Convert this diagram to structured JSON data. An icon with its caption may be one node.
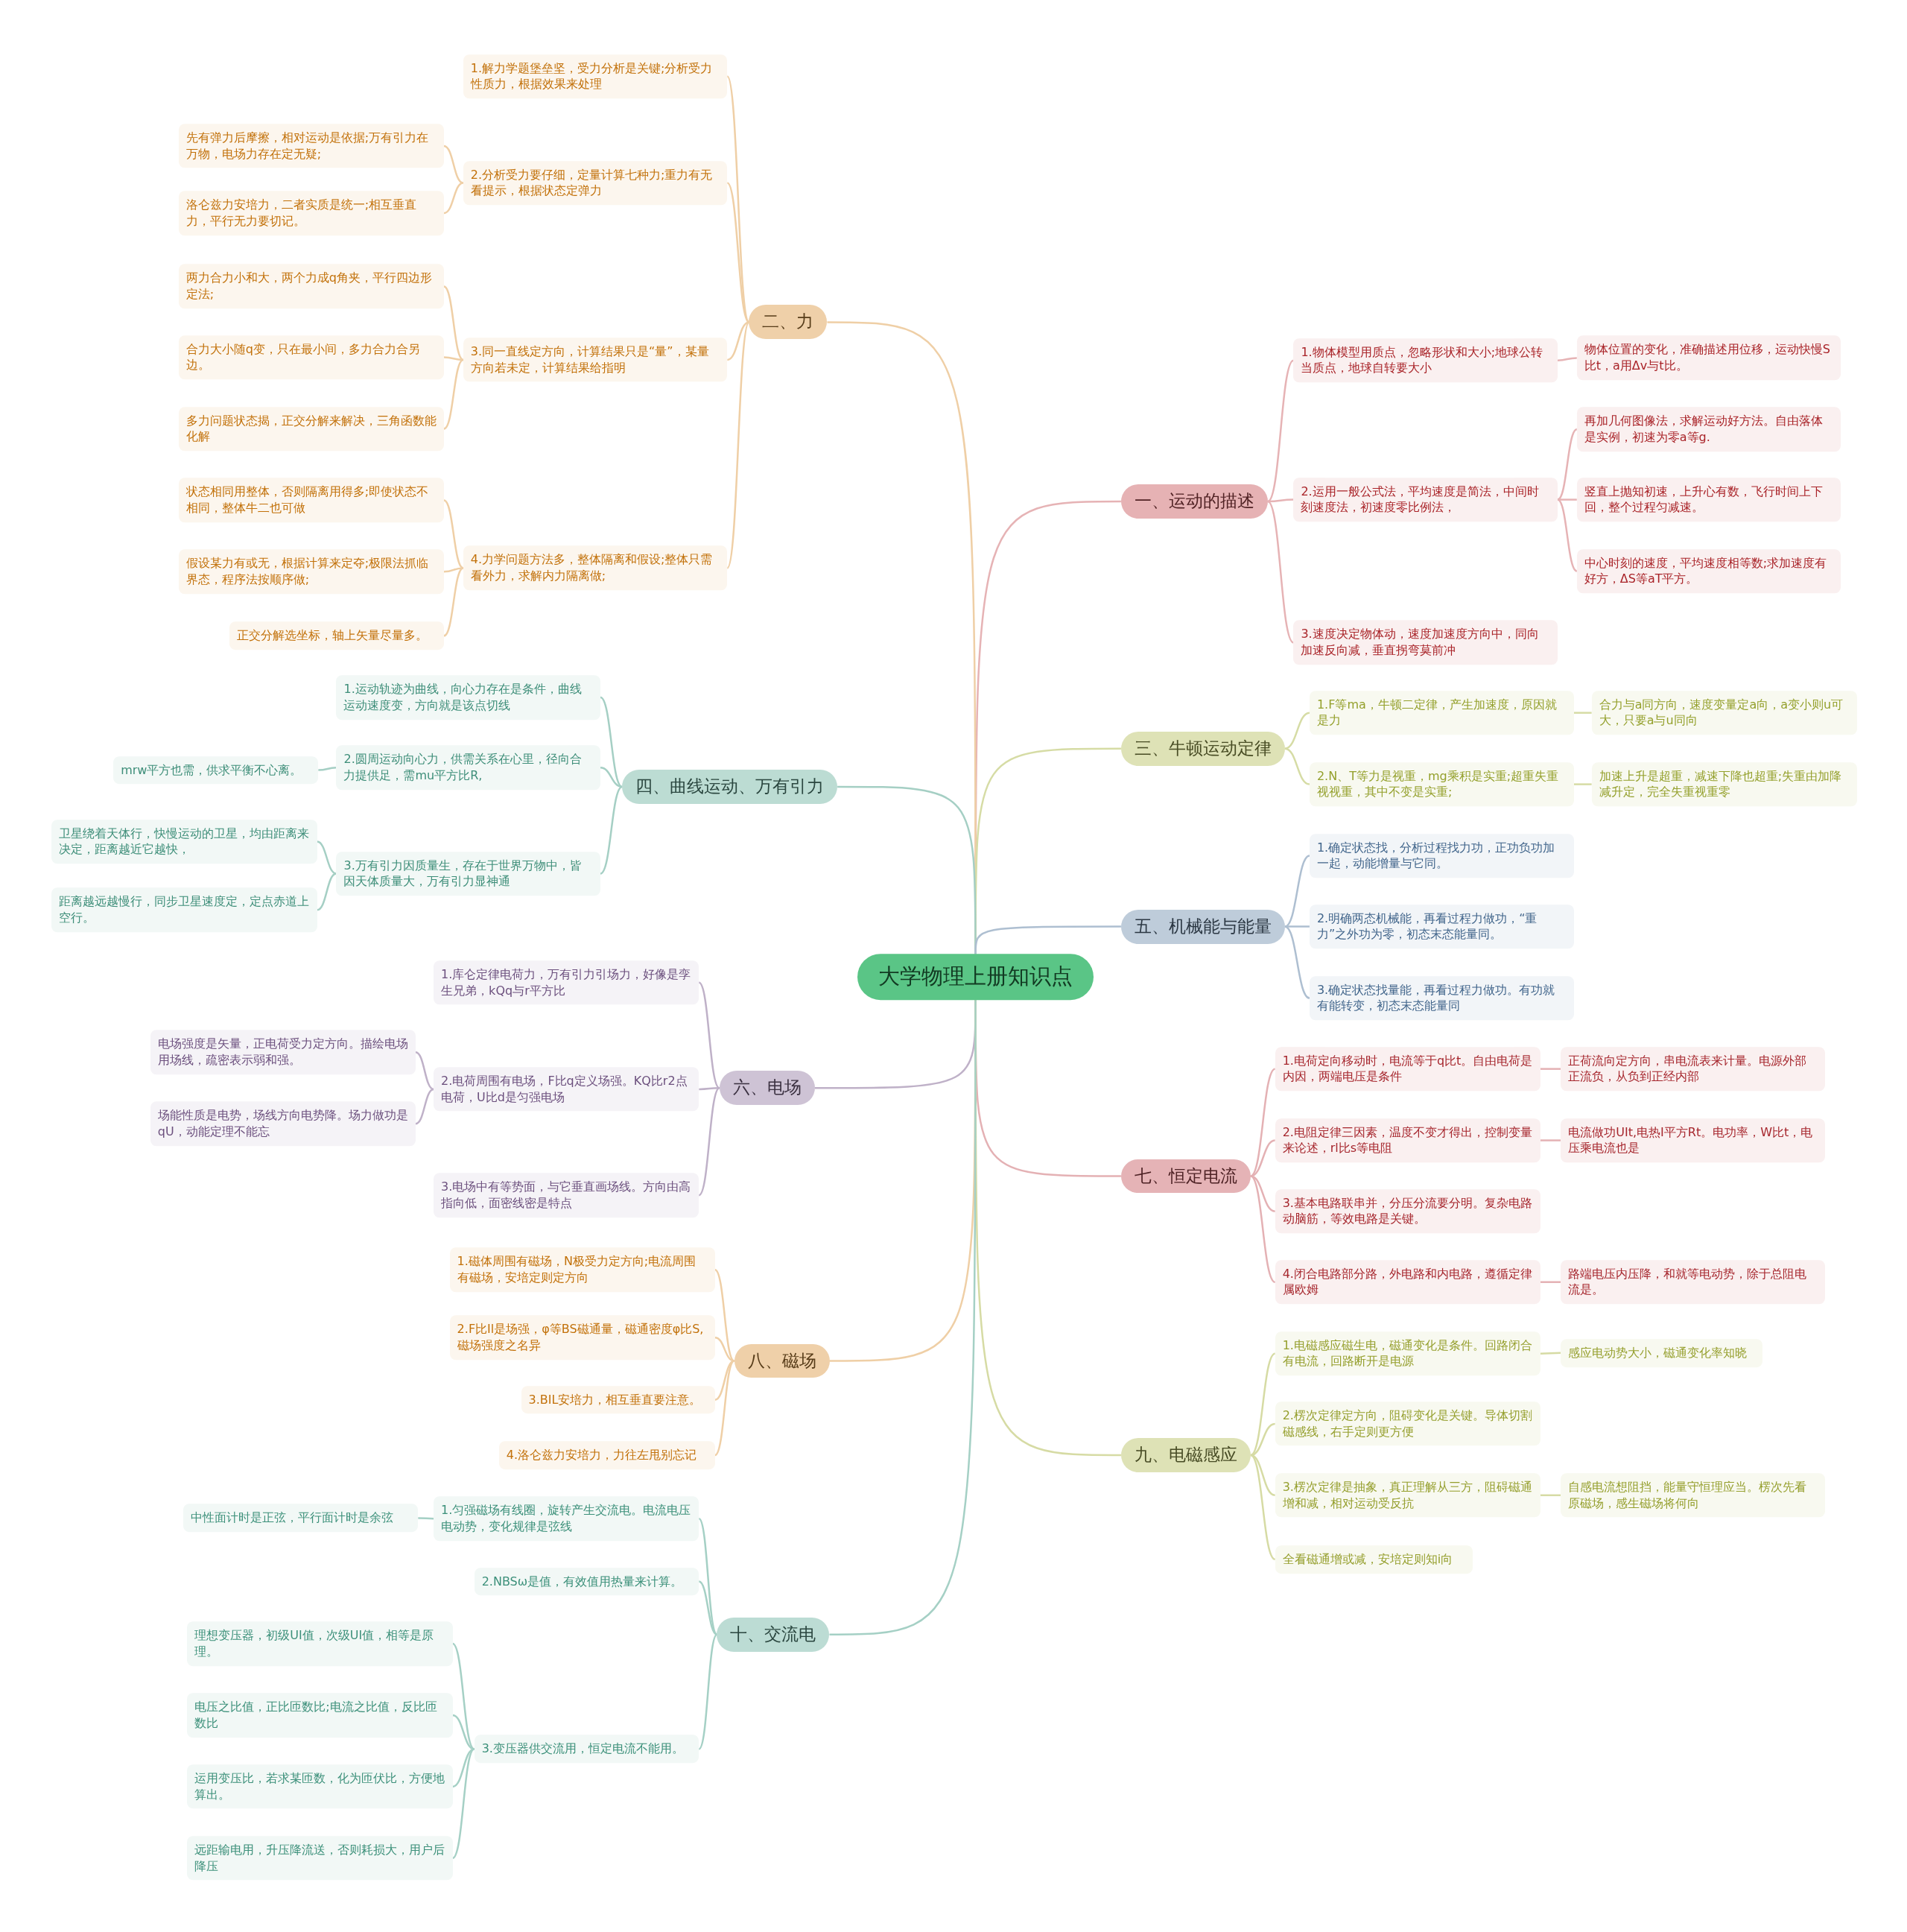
{
  "diagram": {
    "nodes": [
      {
        "text": [
          "大学物理上册知识点"
        ]
      },
      {
        "text": [
          "一、运动的描述"
        ]
      },
      {
        "text": [
          "1.物体模型用质点，忽略形状和大小;地球公转当质点，地球自转要大小"
        ]
      },
      {
        "text": [
          "物体位置的变化，准确描述用位移，运动快慢S比t，a用Δv与t比。"
        ]
      },
      {
        "text": [
          "2.运用一般公式法，平均速度是简法，中间时刻速度法，初速度零比例法，"
        ]
      },
      {
        "text": [
          "再加几何图像法，求解运动好方法。自由落体是实例，初速为零a等g."
        ]
      },
      {
        "text": [
          "竖直上抛知初速，上升心有数，飞行时间上下回，整个过程匀减速。"
        ]
      },
      {
        "text": [
          "中心时刻的速度，平均速度相等数;求加速度有好方，ΔS等aT平方。"
        ]
      },
      {
        "text": [
          "3.速度决定物体动，速度加速度方向中，同向加速反向减，垂直拐弯莫前冲"
        ]
      },
      {
        "text": [
          "二、力"
        ]
      },
      {
        "text": [
          "1.解力学题堡垒坚，受力分析是关键;分析受力性质力，根据效果来处理"
        ]
      },
      {
        "text": [
          "2.分析受力要仔细，定量计算七种力;重力有无看提示，根据状态定弹力"
        ]
      },
      {
        "text": [
          "先有弹力后摩擦，相对运动是依据;万有引力在万物，电场力存在定无疑;"
        ]
      },
      {
        "text": [
          "洛仑兹力安培力，二者实质是统一;相互垂直力，平行无力要切记。"
        ]
      },
      {
        "text": [
          "3.同一直线定方向，计算结果只是“量”，某量方向若未定，计算结果给指明"
        ]
      },
      {
        "text": [
          "两力合力小和大，两个力成q角夹，平行四边形定法;"
        ]
      },
      {
        "text": [
          "合力大小随q变，只在最小间，多力合力合另边。"
        ]
      },
      {
        "text": [
          "多力问题状态揭，正交分解来解决，三角函数能化解"
        ]
      },
      {
        "text": [
          "4.力学问题方法多，整体隔离和假设;整体只需看外力，求解内力隔离做;"
        ]
      },
      {
        "text": [
          "状态相同用整体，否则隔离用得多;即使状态不相同，整体牛二也可做"
        ]
      },
      {
        "text": [
          "假设某力有或无，根据计算来定夺;极限法抓临界态，程序法按顺序做;"
        ]
      },
      {
        "text": [
          "正交分解选坐标，轴上矢量尽量多。"
        ]
      },
      {
        "text": [
          "三、牛顿运动定律"
        ]
      },
      {
        "text": [
          "1.F等ma，牛顿二定律，产生加速度，原因就是力"
        ]
      },
      {
        "text": [
          "合力与a同方向，速度变量定a向，a变小则u可大，只要a与u同向"
        ]
      },
      {
        "text": [
          "2.N、T等力是视重，mg乘积是实重;超重失重视视重，其中不变是实重;"
        ]
      },
      {
        "text": [
          "加速上升是超重，减速下降也超重;失重由加降减升定，完全失重视重零"
        ]
      },
      {
        "text": [
          "四、曲线运动、万有引力"
        ]
      },
      {
        "text": [
          "1.运动轨迹为曲线，向心力存在是条件，曲线运动速度变，方向就是该点切线"
        ]
      },
      {
        "text": [
          "2.圆周运动向心力，供需关系在心里，径向合力提供足，需mu平方比R,"
        ]
      },
      {
        "text": [
          "mrw平方也需，供求平衡不心离。"
        ]
      },
      {
        "text": [
          "3.万有引力因质量生，存在于世界万物中，皆因天体质量大，万有引力显神通"
        ]
      },
      {
        "text": [
          "卫星绕着天体行，快慢运动的卫星，均由距离来决定，距离越近它越快，"
        ]
      },
      {
        "text": [
          "距离越远越慢行，同步卫星速度定，定点赤道上空行。"
        ]
      },
      {
        "text": [
          "五、机械能与能量"
        ]
      },
      {
        "text": [
          "1.确定状态找，分析过程找力功，正功负功加一起，动能增量与它同。"
        ]
      },
      {
        "text": [
          "2.明确两态机械能，再看过程力做功，“重力”之外功为零，初态末态能量同。"
        ]
      },
      {
        "text": [
          "3.确定状态找量能，再看过程力做功。有功就有能转变，初态末态能量同"
        ]
      },
      {
        "text": [
          "六、电场"
        ]
      },
      {
        "text": [
          "1.库仑定律电荷力，万有引力引场力，好像是孪生兄弟，kQq与r平方比"
        ]
      },
      {
        "text": [
          "2.电荷周围有电场，F比q定义场强。KQ比r2点电荷，U比d是匀强电场"
        ]
      },
      {
        "text": [
          "电场强度是矢量，正电荷受力定方向。描绘电场用场线，疏密表示弱和强。"
        ]
      },
      {
        "text": [
          "场能性质是电势，场线方向电势降。场力做功是qU，动能定理不能忘"
        ]
      },
      {
        "text": [
          "3.电场中有等势面，与它垂直画场线。方向由高指向低，面密线密是特点"
        ]
      },
      {
        "text": [
          "七、恒定电流"
        ]
      },
      {
        "text": [
          "1.电荷定向移动时，电流等于q比t。自由电荷是内因，两端电压是条件"
        ]
      },
      {
        "text": [
          "正荷流向定方向，串电流表来计量。电源外部正流负，从负到正经内部"
        ]
      },
      {
        "text": [
          "2.电阻定律三因素，温度不变才得出，控制变量来论述，rl比s等电阻"
        ]
      },
      {
        "text": [
          "电流做功UIt,电热I平方Rt。电功率，W比t，电压乘电流也是"
        ]
      },
      {
        "text": [
          "3.基本电路联串并，分压分流要分明。复杂电路动脑筋，等效电路是关键。"
        ]
      },
      {
        "text": [
          "4.闭合电路部分路，外电路和内电路，遵循定律属欧姆"
        ]
      },
      {
        "text": [
          "路端电压内压降，和就等电动势，除于总阻电流是。"
        ]
      },
      {
        "text": [
          "八、磁场"
        ]
      },
      {
        "text": [
          "1.磁体周围有磁场，N极受力定方向;电流周围有磁场，安培定则定方向"
        ]
      },
      {
        "text": [
          "2.F比Il是场强，φ等BS磁通量，磁通密度φ比S,磁场强度之名异"
        ]
      },
      {
        "text": [
          "3.BIL安培力，相互垂直要注意。"
        ]
      },
      {
        "text": [
          "4.洛仑兹力安培力，力往左甩别忘记"
        ]
      },
      {
        "text": [
          "九、电磁感应"
        ]
      },
      {
        "text": [
          "1.电磁感应磁生电，磁通变化是条件。回路闭合有电流，回路断开是电源"
        ]
      },
      {
        "text": [
          "感应电动势大小，磁通变化率知晓"
        ]
      },
      {
        "text": [
          "2.楞次定律定方向，阻碍变化是关键。导体切割磁感线，右手定则更方便"
        ]
      },
      {
        "text": [
          "3.楞次定律是抽象，真正理解从三方，阻碍磁通增和减，相对运动受反抗"
        ]
      },
      {
        "text": [
          "自感电流想阻挡，能量守恒理应当。楞次先看原磁场，感生磁场将何向"
        ]
      },
      {
        "text": [
          "全看磁通增或减，安培定则知i向"
        ]
      },
      {
        "text": [
          "十、交流电"
        ]
      },
      {
        "text": [
          "1.匀强磁场有线圈，旋转产生交流电。电流电压电动势，变化规律是弦线"
        ]
      },
      {
        "text": [
          "中性面计时是正弦，平行面计时是余弦"
        ]
      },
      {
        "text": [
          "2.NBSω是值，有效值用热量来计算。"
        ]
      },
      {
        "text": [
          "3.变压器供交流用，恒定电流不能用。"
        ]
      },
      {
        "text": [
          "理想变压器，初级UI值，次级UI值，相等是原理。"
        ]
      },
      {
        "text": [
          "电压之比值，正比匝数比;电流之比值，反比匝数比"
        ]
      },
      {
        "text": [
          "运用变压比，若求某匝数，化为匝伏比，方便地算出。"
        ]
      },
      {
        "text": [
          "远距输电用，升压降流送，否则耗损大，用户后降压"
        ]
      }
    ],
    "edges": [
      {
        "from": 0,
        "to": 1,
        "arrow": "none",
        "color": "#e6b3b5"
      },
      {
        "from": 1,
        "to": 2,
        "arrow": "none",
        "color": "#e6b3b5"
      },
      {
        "from": 2,
        "to": 3,
        "arrow": "none",
        "color": "#e6b3b5"
      },
      {
        "from": 1,
        "to": 4,
        "arrow": "none",
        "color": "#e6b3b5"
      },
      {
        "from": 4,
        "to": 5,
        "arrow": "none",
        "color": "#e6b3b5"
      },
      {
        "from": 4,
        "to": 6,
        "arrow": "none",
        "color": "#e6b3b5"
      },
      {
        "from": 4,
        "to": 7,
        "arrow": "none",
        "color": "#e6b3b5"
      },
      {
        "from": 1,
        "to": 8,
        "arrow": "none",
        "color": "#e6b3b5"
      },
      {
        "from": 0,
        "to": 9,
        "arrow": "none",
        "color": "#efcfa6"
      },
      {
        "from": 9,
        "to": 10,
        "arrow": "none",
        "color": "#efcfa6"
      },
      {
        "from": 9,
        "to": 11,
        "arrow": "none",
        "color": "#efcfa6"
      },
      {
        "from": 11,
        "to": 12,
        "arrow": "none",
        "color": "#efcfa6"
      },
      {
        "from": 11,
        "to": 13,
        "arrow": "none",
        "color": "#efcfa6"
      },
      {
        "from": 9,
        "to": 14,
        "arrow": "none",
        "color": "#efcfa6"
      },
      {
        "from": 14,
        "to": 15,
        "arrow": "none",
        "color": "#efcfa6"
      },
      {
        "from": 14,
        "to": 16,
        "arrow": "none",
        "color": "#efcfa6"
      },
      {
        "from": 14,
        "to": 17,
        "arrow": "none",
        "color": "#efcfa6"
      },
      {
        "from": 9,
        "to": 18,
        "arrow": "none",
        "color": "#efcfa6"
      },
      {
        "from": 18,
        "to": 19,
        "arrow": "none",
        "color": "#efcfa6"
      },
      {
        "from": 18,
        "to": 20,
        "arrow": "none",
        "color": "#efcfa6"
      },
      {
        "from": 18,
        "to": 21,
        "arrow": "none",
        "color": "#efcfa6"
      },
      {
        "from": 0,
        "to": 22,
        "arrow": "none",
        "color": "#d6dca5"
      },
      {
        "from": 22,
        "to": 23,
        "arrow": "none",
        "color": "#d6dca5"
      },
      {
        "from": 23,
        "to": 24,
        "arrow": "none",
        "color": "#d6dca5"
      },
      {
        "from": 22,
        "to": 25,
        "arrow": "none",
        "color": "#d6dca5"
      },
      {
        "from": 25,
        "to": 26,
        "arrow": "none",
        "color": "#d6dca5"
      },
      {
        "from": 0,
        "to": 27,
        "arrow": "none",
        "color": "#a5cfc4"
      },
      {
        "from": 27,
        "to": 28,
        "arrow": "none",
        "color": "#a5cfc4"
      },
      {
        "from": 27,
        "to": 29,
        "arrow": "none",
        "color": "#a5cfc4"
      },
      {
        "from": 29,
        "to": 30,
        "arrow": "none",
        "color": "#a5cfc4"
      },
      {
        "from": 27,
        "to": 31,
        "arrow": "none",
        "color": "#a5cfc4"
      },
      {
        "from": 31,
        "to": 32,
        "arrow": "none",
        "color": "#a5cfc4"
      },
      {
        "from": 31,
        "to": 33,
        "arrow": "none",
        "color": "#a5cfc4"
      },
      {
        "from": 0,
        "to": 34,
        "arrow": "none",
        "color": "#aebfd1"
      },
      {
        "from": 34,
        "to": 35,
        "arrow": "none",
        "color": "#aebfd1"
      },
      {
        "from": 34,
        "to": 36,
        "arrow": "none",
        "color": "#aebfd1"
      },
      {
        "from": 34,
        "to": 37,
        "arrow": "none",
        "color": "#aebfd1"
      },
      {
        "from": 0,
        "to": 38,
        "arrow": "none",
        "color": "#bfb1c8"
      },
      {
        "from": 38,
        "to": 39,
        "arrow": "none",
        "color": "#bfb1c8"
      },
      {
        "from": 38,
        "to": 40,
        "arrow": "none",
        "color": "#bfb1c8"
      },
      {
        "from": 40,
        "to": 41,
        "arrow": "none",
        "color": "#bfb1c8"
      },
      {
        "from": 40,
        "to": 42,
        "arrow": "none",
        "color": "#bfb1c8"
      },
      {
        "from": 38,
        "to": 43,
        "arrow": "none",
        "color": "#bfb1c8"
      },
      {
        "from": 0,
        "to": 44,
        "arrow": "none",
        "color": "#e4b1b4"
      },
      {
        "from": 44,
        "to": 45,
        "arrow": "none",
        "color": "#e4b1b4"
      },
      {
        "from": 45,
        "to": 46,
        "arrow": "none",
        "color": "#e4b1b4"
      },
      {
        "from": 44,
        "to": 47,
        "arrow": "none",
        "color": "#e4b1b4"
      },
      {
        "from": 47,
        "to": 48,
        "arrow": "none",
        "color": "#e4b1b4"
      },
      {
        "from": 44,
        "to": 49,
        "arrow": "none",
        "color": "#e4b1b4"
      },
      {
        "from": 44,
        "to": 50,
        "arrow": "none",
        "color": "#e4b1b4"
      },
      {
        "from": 50,
        "to": 51,
        "arrow": "none",
        "color": "#e4b1b4"
      },
      {
        "from": 0,
        "to": 52,
        "arrow": "none",
        "color": "#efcfa6"
      },
      {
        "from": 52,
        "to": 53,
        "arrow": "none",
        "color": "#efcfa6"
      },
      {
        "from": 52,
        "to": 54,
        "arrow": "none",
        "color": "#efcfa6"
      },
      {
        "from": 52,
        "to": 55,
        "arrow": "none",
        "color": "#efcfa6"
      },
      {
        "from": 52,
        "to": 56,
        "arrow": "none",
        "color": "#efcfa6"
      },
      {
        "from": 0,
        "to": 57,
        "arrow": "none",
        "color": "#d6dba4"
      },
      {
        "from": 57,
        "to": 58,
        "arrow": "none",
        "color": "#d6dba4"
      },
      {
        "from": 58,
        "to": 59,
        "arrow": "none",
        "color": "#d6dba4"
      },
      {
        "from": 57,
        "to": 60,
        "arrow": "none",
        "color": "#d6dba4"
      },
      {
        "from": 57,
        "to": 61,
        "arrow": "none",
        "color": "#d6dba4"
      },
      {
        "from": 61,
        "to": 62,
        "arrow": "none",
        "color": "#d6dba4"
      },
      {
        "from": 57,
        "to": 63,
        "arrow": "none",
        "color": "#d6dba4"
      },
      {
        "from": 0,
        "to": 64,
        "arrow": "none",
        "color": "#a5d0c5"
      },
      {
        "from": 64,
        "to": 65,
        "arrow": "none",
        "color": "#a5d0c5"
      },
      {
        "from": 65,
        "to": 66,
        "arrow": "none",
        "color": "#a5d0c5"
      },
      {
        "from": 64,
        "to": 67,
        "arrow": "none",
        "color": "#a5d0c5"
      },
      {
        "from": 64,
        "to": 68,
        "arrow": "none",
        "color": "#a5d0c5"
      },
      {
        "from": 68,
        "to": 69,
        "arrow": "none",
        "color": "#a5d0c5"
      },
      {
        "from": 68,
        "to": 70,
        "arrow": "none",
        "color": "#a5d0c5"
      },
      {
        "from": 68,
        "to": 71,
        "arrow": "none",
        "color": "#a5d0c5"
      },
      {
        "from": 68,
        "to": 72,
        "arrow": "none",
        "color": "#a5d0c5"
      }
    ]
  }
}
